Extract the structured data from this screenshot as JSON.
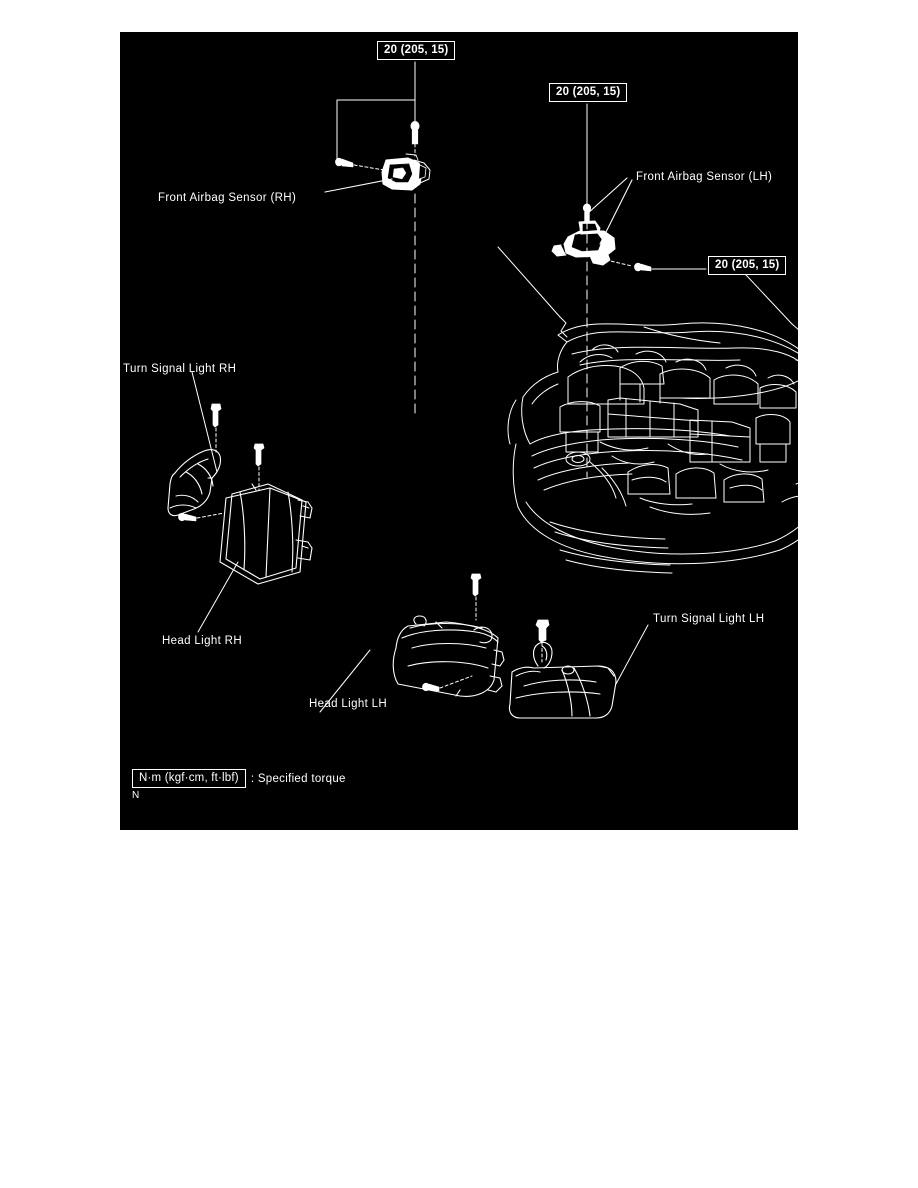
{
  "figure": {
    "title": "Front Airbag Sensor and Front Lights Component Diagram",
    "background_color": "#000000",
    "line_color": "#ffffff",
    "page_background": "#ffffff",
    "corner_mark": "N"
  },
  "torque_callouts": [
    {
      "id": "torque-rh-sensor-top",
      "text": "20 (205, 15)"
    },
    {
      "id": "torque-lh-sensor-top",
      "text": "20 (205, 15)"
    },
    {
      "id": "torque-lh-sensor-side",
      "text": "20 (205, 15)"
    }
  ],
  "labels": [
    {
      "id": "front-airbag-sensor-rh",
      "text": "Front Airbag Sensor (RH)"
    },
    {
      "id": "front-airbag-sensor-lh",
      "text": "Front Airbag Sensor (LH)"
    },
    {
      "id": "turn-signal-light-rh",
      "text": "Turn Signal Light RH"
    },
    {
      "id": "head-light-rh",
      "text": "Head Light RH"
    },
    {
      "id": "head-light-lh",
      "text": "Head Light LH"
    },
    {
      "id": "turn-signal-light-lh",
      "text": "Turn Signal Light LH"
    }
  ],
  "legend": {
    "box_text": "N·m (kgf·cm, ft·lbf)",
    "description": ": Specified torque"
  }
}
